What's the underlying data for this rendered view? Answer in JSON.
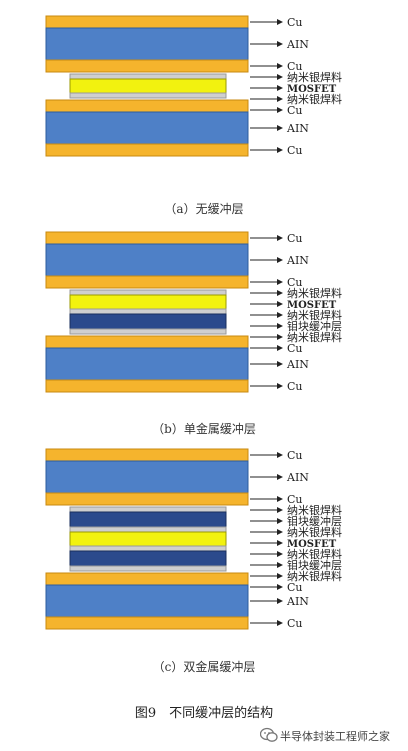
{
  "colors": {
    "cu": "#F5B42D",
    "cu_edge": "#C88A10",
    "aln": "#4E80C7",
    "aln_edge": "#2C5C9E",
    "solder": "#CFCFCF",
    "mosfet": "#F2F20F",
    "mo": "#2B4A8C",
    "text": "#222222"
  },
  "labels": {
    "cu": "Cu",
    "aln": "AIN",
    "solder": "纳米银焊料",
    "mosfet": "MOSFET",
    "mo": "钼块缓冲层"
  },
  "panels": [
    {
      "caption": "（a）无缓冲层",
      "stacks": [
        [
          "cu",
          "aln",
          "cu"
        ],
        [
          "solder",
          "mosfet",
          "solder"
        ],
        [
          "cu",
          "aln",
          "cu"
        ]
      ]
    },
    {
      "caption": "（b）单金属缓冲层",
      "stacks": [
        [
          "cu",
          "aln",
          "cu"
        ],
        [
          "solder",
          "mosfet",
          "solder",
          "mo",
          "solder"
        ],
        [
          "cu",
          "aln",
          "cu"
        ]
      ]
    },
    {
      "caption": "（c）双金属缓冲层",
      "stacks": [
        [
          "cu",
          "aln",
          "cu"
        ],
        [
          "solder",
          "mo",
          "solder",
          "mosfet",
          "solder",
          "mo",
          "solder"
        ],
        [
          "cu",
          "aln",
          "cu"
        ]
      ]
    }
  ],
  "figure_caption": "图9　不同缓冲层的结构",
  "watermark": "半导体封装工程师之家"
}
